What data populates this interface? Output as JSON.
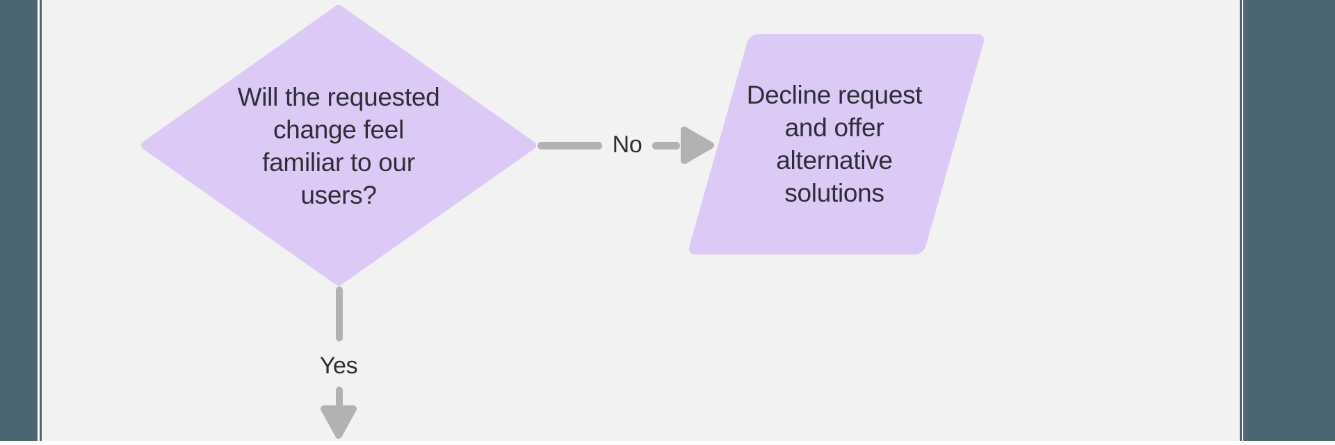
{
  "frame": {
    "background_color": "#f2f2f2",
    "side_bar_color": "#4b6670",
    "edge_line_color": "#ffffff"
  },
  "flowchart": {
    "node_fill_color": "#ddc9f5",
    "connector_color": "#b2b2b2",
    "text_color": "#2e2e38",
    "decision": {
      "lines": [
        "Will the requested",
        "change feel",
        "familiar to our",
        "users?"
      ]
    },
    "process": {
      "lines": [
        "Decline request",
        "and offer",
        "alternative",
        "solutions"
      ]
    },
    "edges": {
      "no_label": "No",
      "yes_label": "Yes"
    }
  }
}
